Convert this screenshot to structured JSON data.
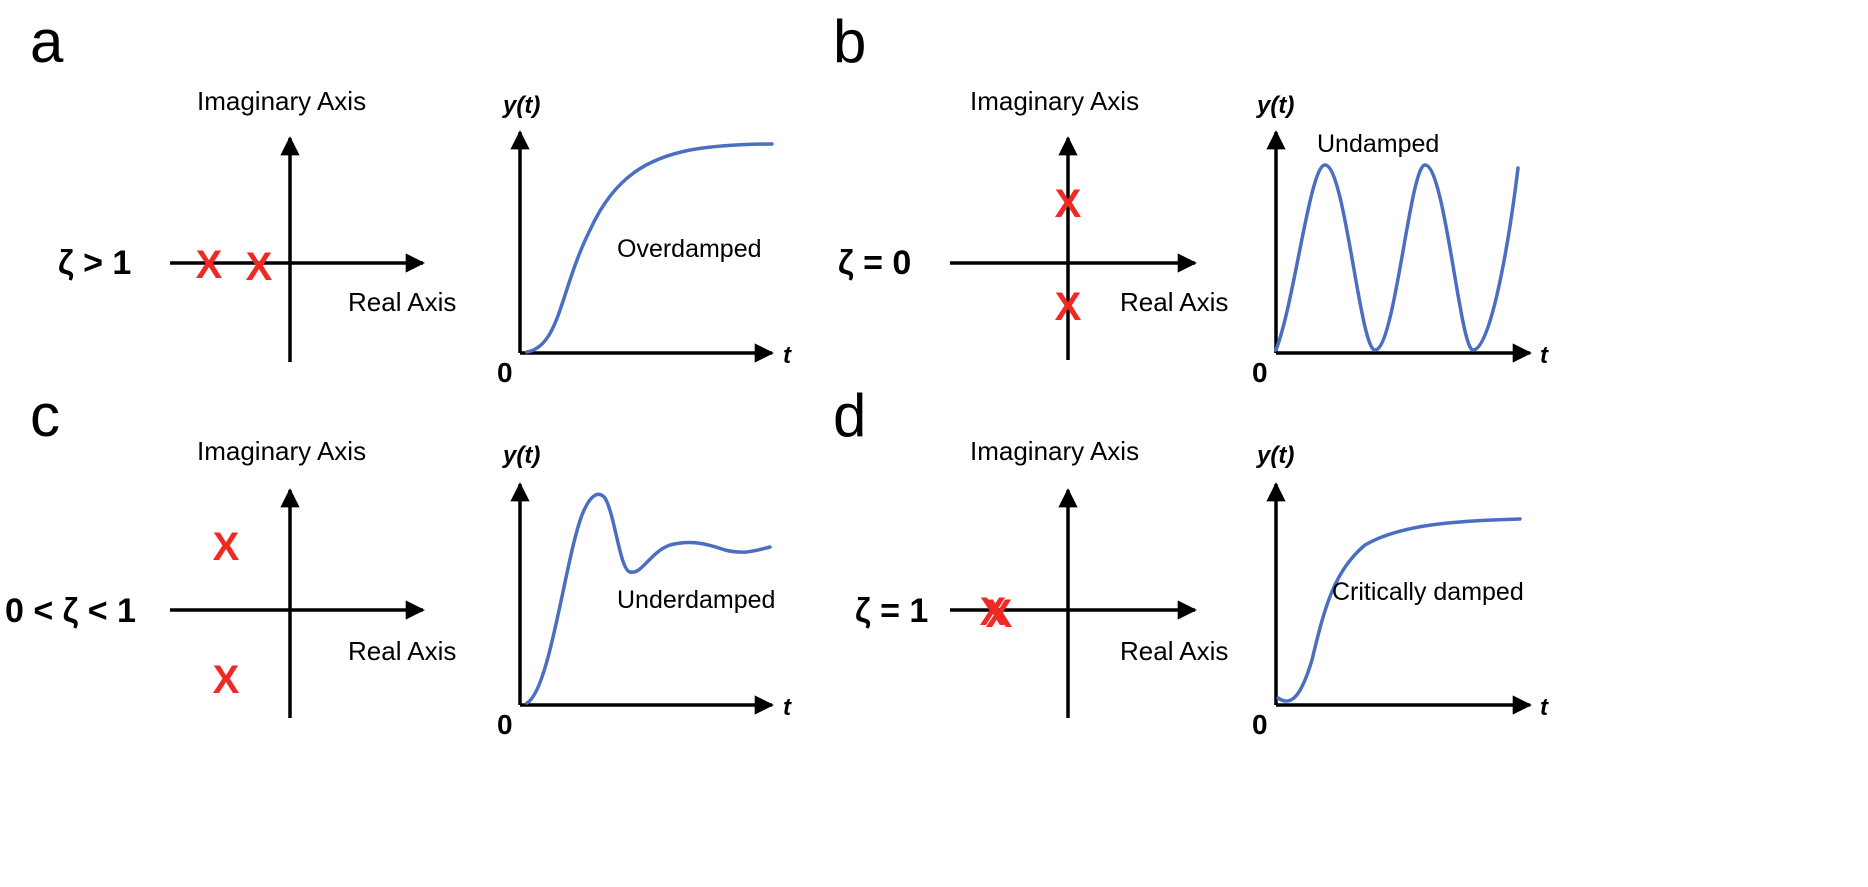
{
  "colors": {
    "pole": "#ee2a24",
    "response_curve": "#4a6fc1",
    "axes": "#000000"
  },
  "axis_labels": {
    "imaginary": "Imaginary Axis",
    "real": "Real Axis",
    "response_y": "y(t)",
    "response_t": "t",
    "origin": "0",
    "pole_marker": "X"
  },
  "panels": [
    {
      "letter": "a",
      "condition": "ζ > 1",
      "response_label": "Overdamped"
    },
    {
      "letter": "b",
      "condition": "ζ = 0",
      "response_label": "Undamped"
    },
    {
      "letter": "c",
      "condition": "0 < ζ < 1",
      "response_label": "Underdamped"
    },
    {
      "letter": "d",
      "condition": "ζ = 1",
      "response_label": "Critically damped"
    }
  ]
}
